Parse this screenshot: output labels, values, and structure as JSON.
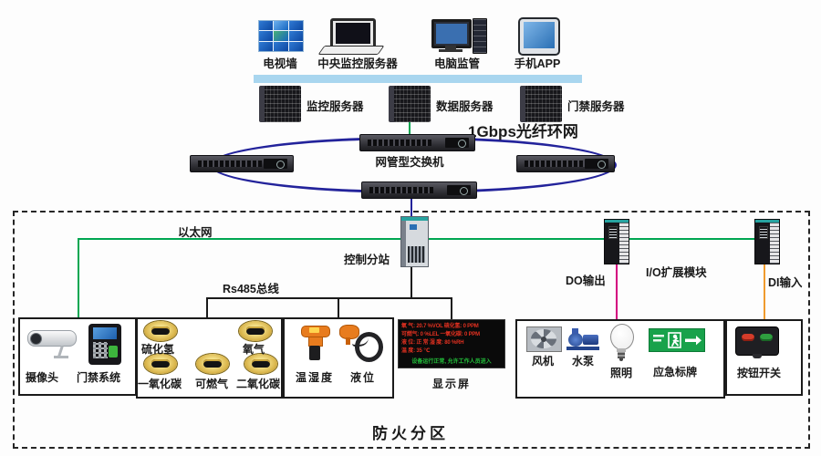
{
  "top": {
    "devices": [
      {
        "label": "电视墙"
      },
      {
        "label": "中央监控服务器"
      },
      {
        "label": "电脑监管"
      },
      {
        "label": "手机APP"
      }
    ]
  },
  "servers": [
    {
      "label": "监控服务器"
    },
    {
      "label": "数据服务器"
    },
    {
      "label": "门禁服务器"
    }
  ],
  "ring": {
    "network_label": "1Gbps光纤环网",
    "switch_label": "网管型交换机"
  },
  "field": {
    "ethernet_label": "以太网",
    "substation_label": "控制分站",
    "rs485_label": "Rs485总线",
    "do_label": "DO输出",
    "io_module_label": "I/O扩展模块",
    "di_label": "DI输入",
    "zone_label": "防火分区"
  },
  "groups": {
    "security": {
      "camera_label": "摄像头",
      "access_label": "门禁系统"
    },
    "gas": {
      "sensors": [
        "硫化氢",
        "氧气",
        "一氧化碳",
        "可燃气",
        "二氧化碳"
      ]
    },
    "env": {
      "temp_humidity_label": "温湿度",
      "level_label": "液位"
    },
    "display": {
      "label": "显示屏",
      "lines": [
        "氧 气: 20.7 %VOL  硫化氢: 0 PPM",
        "可燃气: 0 %LEL  一氧化碳: 0 PPM",
        "液 位: 正 常  湿 度: 80 %RH",
        "温 度: 35 ℃"
      ],
      "status_line": "设备运行正常, 允许工作人员进入"
    },
    "actuators": {
      "fan_label": "风机",
      "pump_label": "水泵",
      "light_label": "照明",
      "sign_label": "应急标牌"
    },
    "button": {
      "label": "按钮开关"
    }
  },
  "colors": {
    "ethernet": "#00a651",
    "ring": "#23239b",
    "do_line": "#d4007f",
    "di_line": "#f09b2e",
    "backbone_bar": "#a9d6ef"
  }
}
